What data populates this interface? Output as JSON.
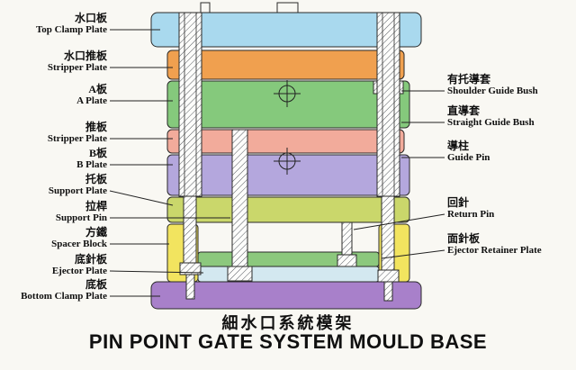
{
  "title": {
    "chinese": "細水口系統模架",
    "english": "PIN POINT GATE SYSTEM MOULD BASE"
  },
  "left_labels": [
    {
      "cn": "水口板",
      "en": "Top Clamp Plate"
    },
    {
      "cn": "水口推板",
      "en": "Stripper Plate"
    },
    {
      "cn": "A板",
      "en": "A Plate"
    },
    {
      "cn": "推板",
      "en": "Stripper Plate"
    },
    {
      "cn": "B板",
      "en": "B Plate"
    },
    {
      "cn": "托板",
      "en": "Support Plate"
    },
    {
      "cn": "拉桿",
      "en": "Support Pin"
    },
    {
      "cn": "方鐵",
      "en": "Spacer Block"
    },
    {
      "cn": "底針板",
      "en": "Ejector Plate"
    },
    {
      "cn": "底板",
      "en": "Bottom Clamp Plate"
    }
  ],
  "right_labels": [
    {
      "cn": "有托導套",
      "en": "Shoulder Guide Bush"
    },
    {
      "cn": "直導套",
      "en": "Straight Guide Bush"
    },
    {
      "cn": "導柱",
      "en": "Guide Pin"
    },
    {
      "cn": "回針",
      "en": "Return Pin"
    },
    {
      "cn": "面針板",
      "en": "Ejector Retainer Plate"
    }
  ],
  "colors": {
    "top_clamp_plate": "#a9d9ee",
    "stripper_plate_top": "#f0a04f",
    "a_plate": "#85c97c",
    "stripper_plate_lower": "#f2ab9b",
    "b_plate": "#b4a7dd",
    "support_plate": "#cad76b",
    "spacer_block": "#f2e45f",
    "ejector_retainer_plate": "#8cc87d",
    "ejector_plate": "#d3e8f0",
    "bottom_clamp_plate": "#a880ca"
  }
}
